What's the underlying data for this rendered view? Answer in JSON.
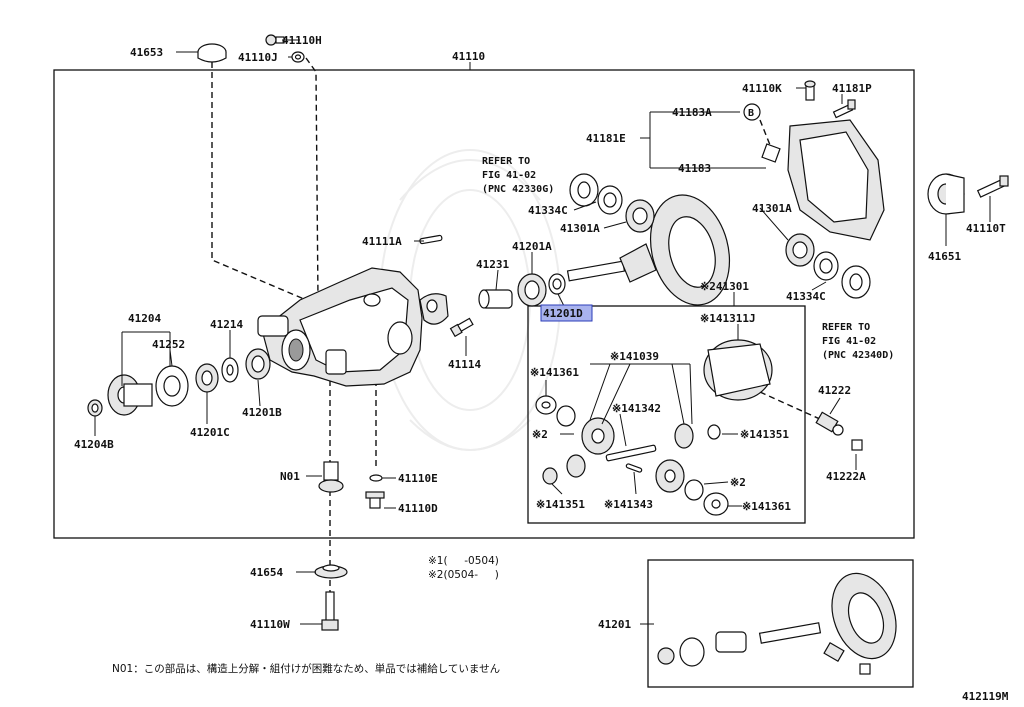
{
  "diagram": {
    "figure_code": "412119M",
    "selected_part": "41201D",
    "parts": {
      "p41653": "41653",
      "p41110H": "41110H",
      "p41110J": "41110J",
      "p41110": "41110",
      "p41110K": "41110K",
      "p41181P": "41181P",
      "p41183A": "41183A",
      "p41181E": "41181E",
      "p41183": "41183",
      "p41651": "41651",
      "p41110T": "41110T",
      "p41334C_a": "41334C",
      "p41301A_a": "41301A",
      "p41301A_b": "41301A",
      "p41334C_b": "41334C",
      "p41111A": "41111A",
      "p41201A": "41201A",
      "p41231": "41231",
      "p41201D": "41201D",
      "p41301": "※241301",
      "p141311J": "※141311J",
      "p41204": "41204",
      "p41252": "41252",
      "p41214": "41214",
      "p41114": "41114",
      "p141039": "※141039",
      "p141361_a": "※141361",
      "p2_a": "※2",
      "p141342": "※141342",
      "p141351_a": "※141351",
      "p141351_b": "※141351",
      "p141343": "※141343",
      "p2_b": "※2",
      "p141361_b": "※141361",
      "p41222": "41222",
      "p41222A": "41222A",
      "p41204B": "41204B",
      "p41201C": "41201C",
      "p41201B": "41201B",
      "pN01": "N01",
      "p41110E": "41110E",
      "p41110D": "41110D",
      "p41654": "41654",
      "p41110W": "41110W",
      "p41201": "41201"
    },
    "circle_b": "B",
    "refer_left": [
      "REFER TO",
      "FIG 41-02",
      "(PNC 42330G)"
    ],
    "refer_right": [
      "REFER TO",
      "FIG 41-02",
      "(PNC 42340D)"
    ],
    "legend": [
      "※1(     -0504)",
      "※2(0504-     )"
    ],
    "footnote": "N01：この部品は、構造上分解・組付けが困難なため、単品では補給していません"
  }
}
